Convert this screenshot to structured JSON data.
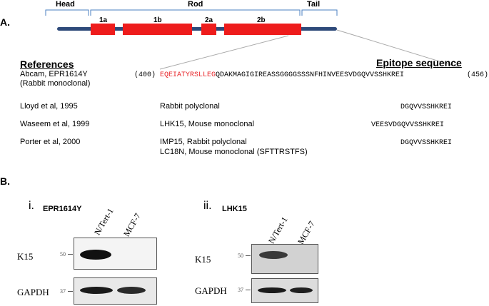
{
  "panel_a": {
    "label": "A.",
    "domains": {
      "head": "Head",
      "rod": "Rod",
      "tail": "Tail"
    },
    "segments": [
      "1a",
      "1b",
      "2a",
      "2b"
    ],
    "references_header": "References",
    "epitope_header": "Epitope sequence",
    "abcam": {
      "source": "Abcam, EPR1614Y",
      "type": "(Rabbit monoclonal)",
      "start": "(400)",
      "seq_red": "EQEIATYRSLLEG",
      "seq_black": "QDAKMAGIGIREASSGGGGSSSNFHINVEESVDGQVVSSHKREI",
      "end": "(456)"
    },
    "rows": [
      {
        "ref": "Lloyd et al, 1995",
        "antibody": "Rabbit polyclonal",
        "epitope": "DGQVVSSHKREI"
      },
      {
        "ref": "Waseem et al, 1999",
        "antibody": "LHK15, Mouse monoclonal",
        "epitope": "VEESVDGQVVSSHKREI"
      },
      {
        "ref": "Porter et al, 2000",
        "antibody": "IMP15, Rabbit polyclonal",
        "antibody2": "LC18N, Mouse monoclonal (SFTTRSTFS)",
        "epitope": "DGQVVSSHKREI"
      }
    ]
  },
  "panel_b": {
    "label": "B.",
    "blot_i": {
      "index": "i.",
      "antibody": "EPR1614Y",
      "lanes": [
        "N/Tert-1",
        "MCF-7"
      ],
      "k15": "K15",
      "gapdh": "GAPDH",
      "mw_k15": "50",
      "mw_gapdh": "37"
    },
    "blot_ii": {
      "index": "ii.",
      "antibody": "LHK15",
      "lanes": [
        "N/Tert-1",
        "MCF-7"
      ],
      "k15": "K15",
      "gapdh": "GAPDH",
      "mw_k15": "50",
      "mw_gapdh": "37"
    }
  },
  "colors": {
    "segment": "#ee1c1c",
    "linker": "#2e4a7a",
    "bracket": "#4a7fc1",
    "epitope_red": "#e8262b"
  }
}
